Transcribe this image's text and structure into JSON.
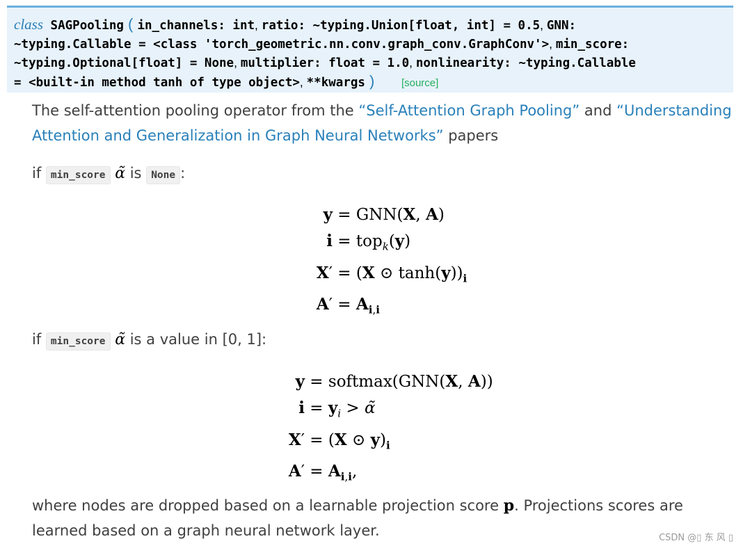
{
  "signature": {
    "keyword": "class",
    "name": "SAGPooling",
    "params": [
      "in_channels: int",
      "ratio: ~typing.Union[float, int] = 0.5",
      "GNN:",
      "~typing.Callable = <class 'torch_geometric.nn.conv.graph_conv.GraphConv'>",
      "min_score:",
      "~typing.Optional[float] = None",
      "multiplier: float = 1.0",
      "nonlinearity: ~typing.Callable",
      "= <built-in method tanh of type object>",
      "**kwargs"
    ],
    "source_link": "[source]"
  },
  "intro": {
    "text1": "The self-attention pooling operator from the ",
    "link1": "“Self-Attention Graph Pooling”",
    "text2": " and ",
    "link2a": "“Understanding",
    "link2b": "Attention and Generalization in Graph Neural Networks”",
    "text3": " papers"
  },
  "case1": {
    "if": "if",
    "code1": "min_score",
    "alpha": "α̃",
    "is": " is ",
    "code2": "None",
    "colon": ":"
  },
  "case2": {
    "if": "if",
    "code1": "min_score",
    "alpha": "α̃",
    "rest": " is a value in [0, 1]:"
  },
  "outro": {
    "line1a": "where nodes are dropped based on a learnable projection score ",
    "p": "p",
    "line1b": ". Projections scores are",
    "line2": "learned based on a graph neural network layer."
  },
  "watermark": "CSDN @▯ 东 风 ▯"
}
